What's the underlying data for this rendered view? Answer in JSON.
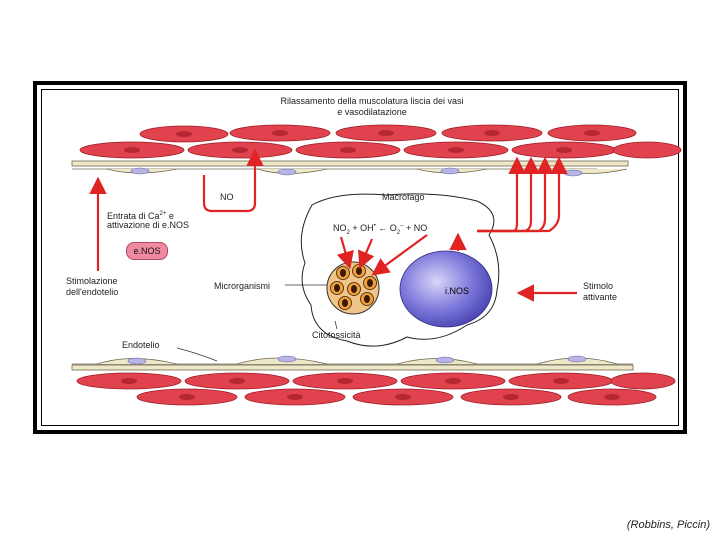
{
  "labels": {
    "title_line1": "Rilassamento della muscolatura liscia dei vasi",
    "title_line2": "e vasodilatazione",
    "no_left": "NO",
    "macrofago": "Macrofago",
    "calcium_line1": "Entrata di Ca",
    "calcium_sup": "2+",
    "calcium_tail": " e",
    "calcium_line2": "attivazione di e.NOS",
    "enos": "e.NOS",
    "chem_no2": "NO",
    "chem_no2_sub": "2",
    "chem_plus1": " + OH",
    "chem_dot": "•",
    "chem_o2": "O",
    "chem_o2_sub": "2",
    "chem_o2_sup": "–",
    "chem_plus2": " + NO",
    "stimolazione_line1": "Stimolazione",
    "stimolazione_line2": "dell'endotelio",
    "microrganismi": "Microrganismi",
    "inos": "i.NOS",
    "stimolo_line1": "Stimolo",
    "stimolo_line2": "attivante",
    "citotossicita": "Citotossicità",
    "endotelio": "Endotelio"
  },
  "credit": "(Robbins, Piccin)",
  "colors": {
    "muscle": "#e0424e",
    "arrow": "#e02424",
    "endothelium": "#efe8c8",
    "nucleus": "#b7b4e6",
    "inos_cell": "#5b55c9",
    "microbe": "#f0a23a"
  }
}
